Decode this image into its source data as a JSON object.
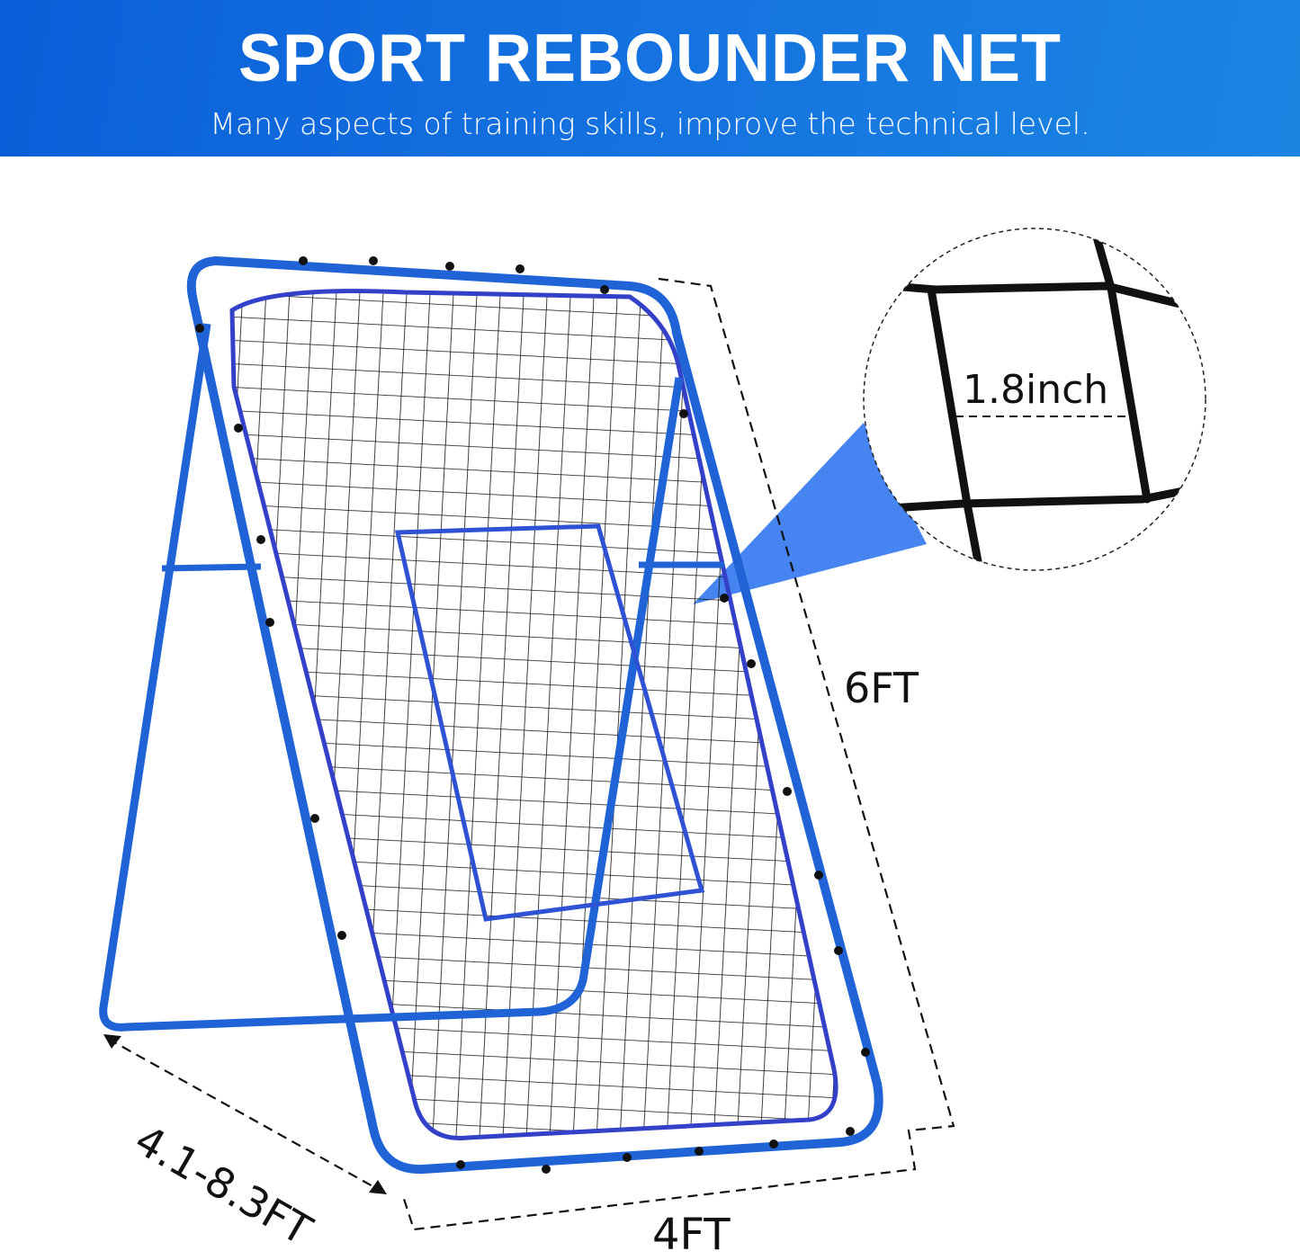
{
  "banner": {
    "title": "SPORT REBOUNDER NET",
    "subtitle": "Many aspects of training skills, improve the technical level.",
    "background_color": "#0a5fd8"
  },
  "product": {
    "frame_color": "#1f63d6",
    "net_color": "#111111"
  },
  "callout": {
    "mesh_size": "1.8inch",
    "pointer_color": "#3b7df0"
  },
  "dimensions": {
    "height": "6FT",
    "width": "4FT",
    "depth": "4.1-8.3FT"
  }
}
